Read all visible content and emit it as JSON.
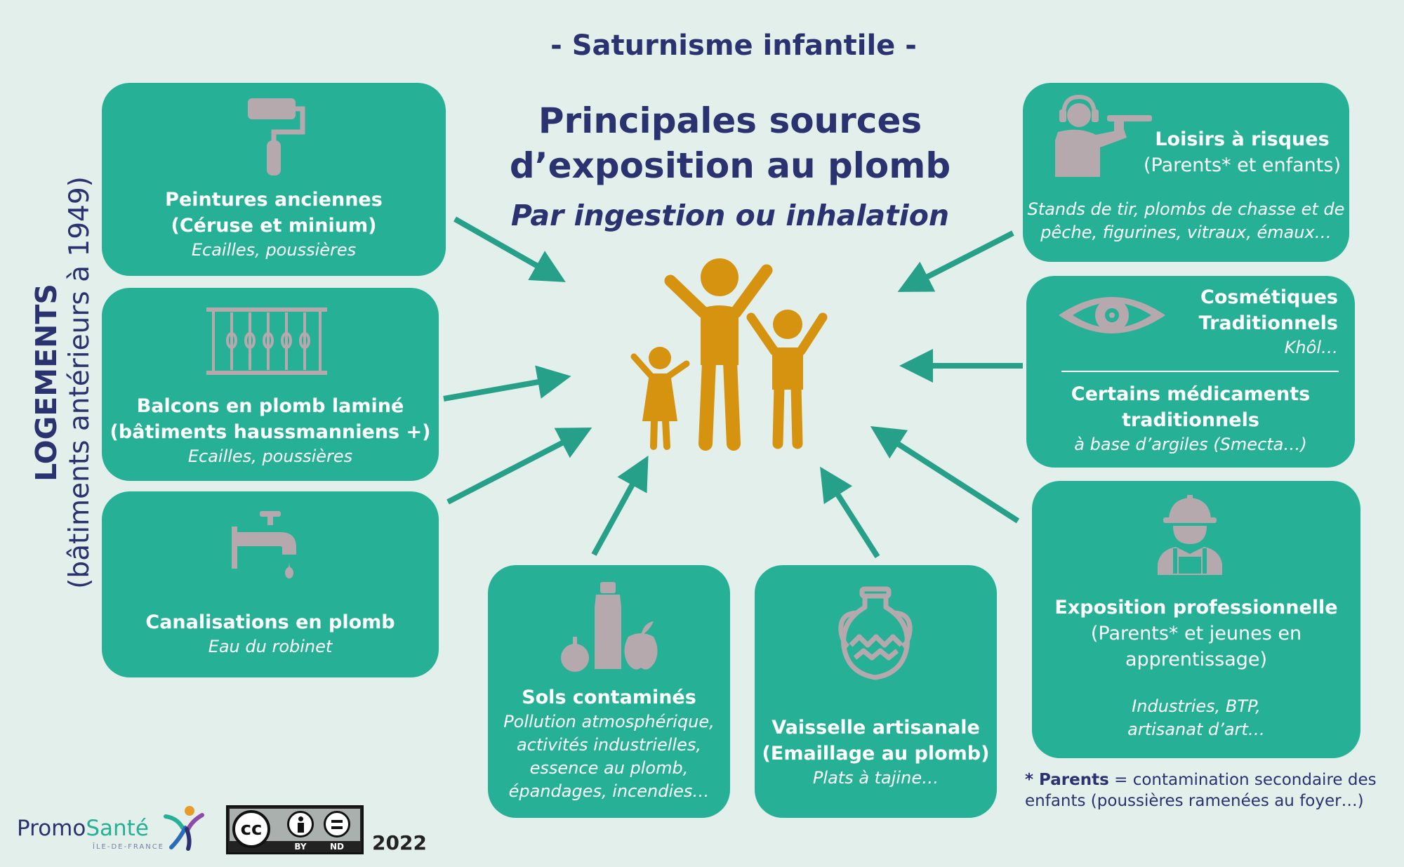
{
  "header": {
    "title": "- Saturnisme infantile -"
  },
  "main": {
    "title_line1": "Principales sources",
    "title_line2": "d’exposition au plomb",
    "subtitle": "Par ingestion ou inhalation"
  },
  "side_label": {
    "line1": "LOGEMENTS",
    "line2": "(bâtiments antérieurs à 1949)"
  },
  "sources": {
    "peintures": {
      "title1": "Peintures anciennes",
      "title2": "(Céruse et minium)",
      "sub": "Ecailles, poussières",
      "icon": "paint-roller-icon"
    },
    "balcons": {
      "title1": "Balcons en plomb laminé",
      "title2": "(bâtiments haussmanniens +)",
      "sub": "Ecailles, poussières",
      "icon": "balcony-railing-icon"
    },
    "canalisations": {
      "title1": "Canalisations en plomb",
      "sub": "Eau du robinet",
      "icon": "water-tap-icon"
    },
    "sols": {
      "title1": "Sols contaminés",
      "sub1": "Pollution atmosphérique,",
      "sub2": "activités industrielles,",
      "sub3": "essence au plomb,",
      "sub4": "épandages, incendies…",
      "icon": "food-produce-icon"
    },
    "vaisselle": {
      "title1": "Vaisselle artisanale",
      "title2": "(Emaillage au plomb)",
      "sub": "Plats à tajine…",
      "icon": "pottery-jug-icon"
    },
    "loisirs": {
      "title1": "Loisirs à risques",
      "reg": "(Parents* et enfants)",
      "sub1": "Stands de tir, plombs de chasse et de",
      "sub2": "pêche, figurines, vitraux, émaux…",
      "icon": "shooter-icon"
    },
    "cosmetiques": {
      "title1": "Cosmétiques",
      "title2": "Traditionnels",
      "sub": "Khôl…",
      "icon": "eye-icon"
    },
    "medicaments": {
      "title1": "Certains médicaments",
      "title2": "traditionnels",
      "sub": "à base d’argiles (Smecta…)"
    },
    "professionnelle": {
      "title1": "Exposition professionnelle",
      "reg1": "(Parents* et jeunes en",
      "reg2": "apprentissage)",
      "sub1": "Industries, BTP,",
      "sub2": "artisanat d’art…",
      "icon": "construction-worker-icon"
    }
  },
  "footnote": {
    "bold": "* Parents",
    "text": " = contamination secondaire des enfants (poussières ramenées au foyer…)"
  },
  "footer": {
    "brand_a": "Promo",
    "brand_b": "Santé",
    "brand_region": "ÎLE-DE-FRANCE",
    "license_cc": "cc",
    "license_by": "BY",
    "license_nd": "ND",
    "year": "2022"
  },
  "colors": {
    "card": "#26b096",
    "navy": "#2b3270",
    "family": "#d5930f",
    "icon_grey": "#b5a9ad",
    "background": "#e3efea"
  }
}
